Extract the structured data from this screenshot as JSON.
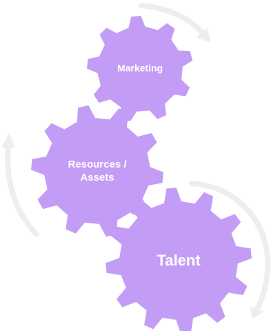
{
  "colors": {
    "gear_fill": "#c39df5",
    "arrow_stroke": "#eeeeee",
    "label_text": "#ffffff",
    "background": "#ffffff"
  },
  "gears": {
    "marketing": {
      "label": "Marketing",
      "icon": "gear-icon"
    },
    "resources": {
      "label_line1": "Resources /",
      "label_line2": "Assets",
      "icon": "gear-icon"
    },
    "talent": {
      "label": "Talent",
      "icon": "gear-icon"
    }
  },
  "arrows": [
    {
      "name": "cycle-arrow-top",
      "icon": "curved-arrow-icon"
    },
    {
      "name": "cycle-arrow-left",
      "icon": "curved-arrow-icon"
    },
    {
      "name": "cycle-arrow-right",
      "icon": "curved-arrow-icon"
    }
  ]
}
